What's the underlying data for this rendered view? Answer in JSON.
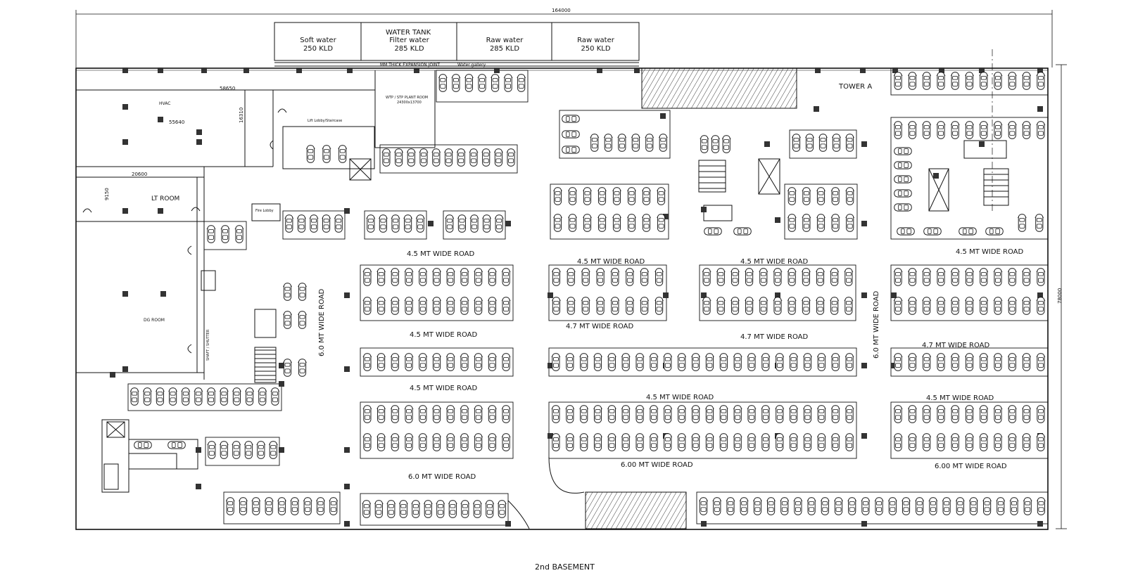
{
  "drawing": {
    "title": "2nd BASEMENT",
    "overall_width_dim": "164000",
    "overall_height_dim": "78000",
    "tower_label": "TOWER A",
    "water_tank": {
      "title": "WATER TANK",
      "compartments": [
        {
          "name": "Soft water",
          "capacity": "250 KLD"
        },
        {
          "name": "Filter water",
          "capacity": "285 KLD"
        },
        {
          "name": "Raw water",
          "capacity": "285 KLD"
        },
        {
          "name": "Raw water",
          "capacity": "250 KLD"
        }
      ],
      "expansion_note": "MM THICK EXPANSION JOINT",
      "gallery_note": "Water gallery"
    },
    "rooms": {
      "hvac": "HVAC",
      "lt_room": "LT ROOM",
      "dg_room": "DG ROOM",
      "wtp": "WTP / STP PLANT ROOM",
      "wtp_dim": "24300x13700",
      "shaft": "SHAFT / SHUTTER",
      "lift_lobby": "Lift Lobby/Staircase",
      "ug_tank_small": "Fire Lobby"
    },
    "dims": {
      "d1": "58650",
      "d2": "55640",
      "d3": "16310",
      "d4": "20600",
      "d5": "9150"
    },
    "roads": {
      "r1": "4.5 MT WIDE ROAD",
      "r2": "4.5 MT WIDE ROAD",
      "r3": "4.5 MT WIDE ROAD",
      "r4": "4.5 MT WIDE ROAD",
      "r5": "4.7 MT WIDE ROAD",
      "r6": "4.5 MT WIDE ROAD",
      "r7": "4.7 MT WIDE ROAD",
      "r8": "4.5 MT WIDE ROAD",
      "r9": "4.7 MT WIDE ROAD",
      "r10": "4.5 MT WIDE ROAD",
      "r11": "6.0 MT WIDE ROAD",
      "r12": "6.00 MT WIDE ROAD",
      "r13": "6.00 MT WIDE ROAD",
      "r14": "4.5 MT WIDE ROAD",
      "v1": "6.0 MT WIDE ROAD",
      "v2": "6.0 MT WIDE ROAD"
    }
  }
}
